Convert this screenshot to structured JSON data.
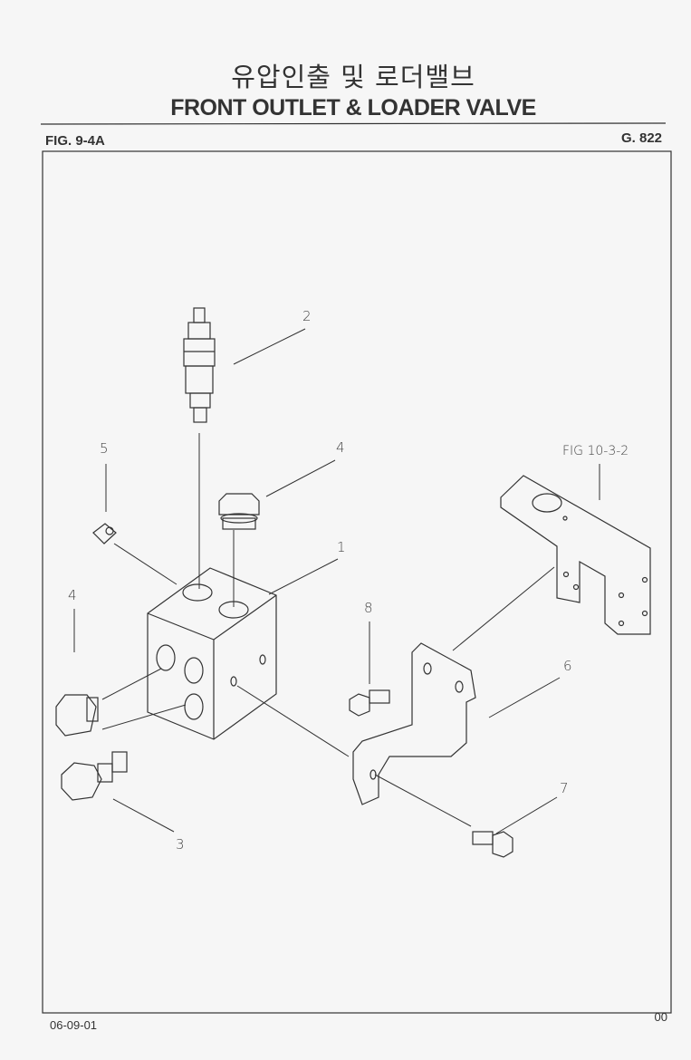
{
  "header": {
    "title_ko": "유압인출 및 로더밸브",
    "title_en": "FRONT OUTLET & LOADER VALVE",
    "figure_no": "FIG. 9-4A",
    "group_no": "G. 822"
  },
  "callouts": {
    "c1": "1",
    "c2": "2",
    "c3": "3",
    "c4a": "4",
    "c4b": "4",
    "c5": "5",
    "c6": "6",
    "c7": "7",
    "c8": "8",
    "fig_ref": "FIG 10-3-2"
  },
  "footer": {
    "date": "06-09-01",
    "page": "00"
  }
}
